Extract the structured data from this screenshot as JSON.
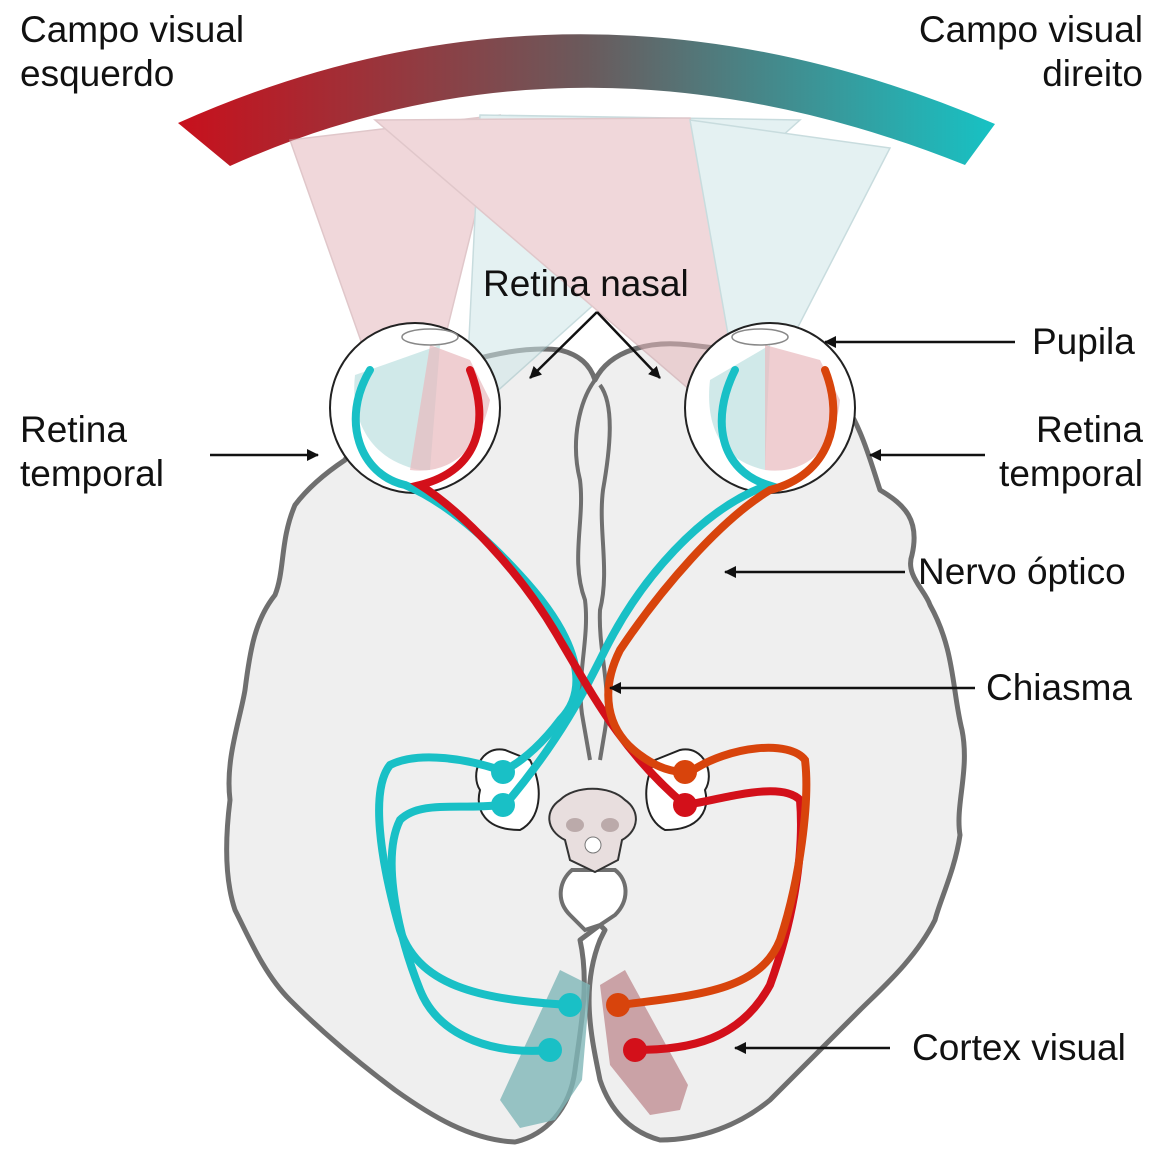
{
  "labels": {
    "left_field": [
      "Campo visual",
      "esquerdo"
    ],
    "right_field": [
      "Campo visual",
      "direito"
    ],
    "nasal_retina": "Retina nasal",
    "pupil": "Pupila",
    "left_temporal_retina": [
      "Retina",
      "temporal"
    ],
    "right_temporal_retina": [
      "Retina",
      "temporal"
    ],
    "optic_nerve": "Nervo óptico",
    "chiasm": "Chiasma",
    "visual_cortex": "Cortex visual"
  },
  "colors": {
    "left_field": "#c8101c",
    "right_field": "#17c2c4",
    "cyan_pathway": "#19c0c6",
    "red_pathway": "#d3101a",
    "orange_pathway": "#d8440c",
    "brain_fill": "#efefef",
    "brain_outline": "#6f6f6f",
    "text": "#111111"
  }
}
